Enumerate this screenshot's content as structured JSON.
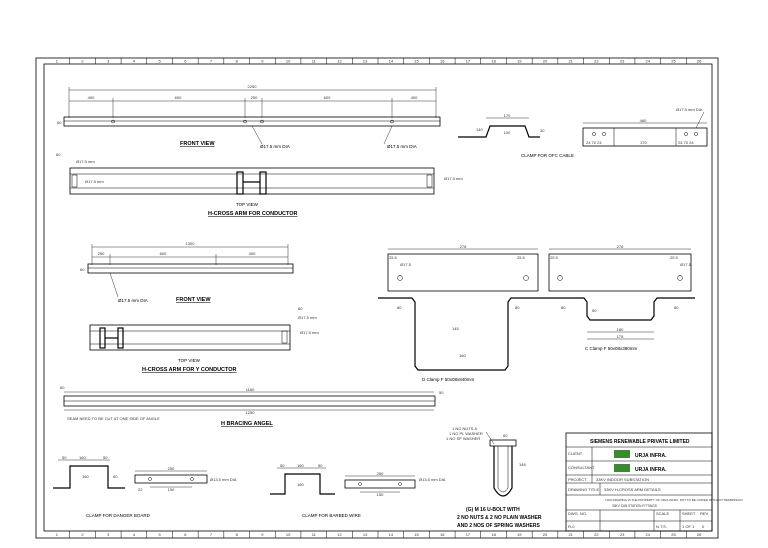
{
  "sheet": {
    "grid_numbers": [
      "1",
      "2",
      "3",
      "4",
      "5",
      "6",
      "7",
      "8",
      "9",
      "10",
      "11",
      "12",
      "13",
      "14",
      "15",
      "16",
      "17",
      "18",
      "19",
      "20",
      "21",
      "22",
      "23",
      "24",
      "25",
      "26"
    ]
  },
  "front_view": {
    "overall": "2250",
    "segments": [
      "400",
      "600",
      "250",
      "600",
      "400"
    ],
    "title": "FRONT VIEW",
    "hole_callout_1": "Ø17.5 mm DIA",
    "hole_callout_2": "Ø17.5 mm DIA",
    "side_dim": "60"
  },
  "top_view": {
    "side_dim": "60",
    "hole_1": "Ø17.5 mm",
    "hole_2": "Ø17.5 mm",
    "hole_3": "Ø17.5 mm",
    "title": "TOP VIEW",
    "subtitle": "H-CROSS ARM FOR CONDUCTOR"
  },
  "ofc_clamp": {
    "dim_width": "170",
    "dim_inner": "100",
    "dim_left": "140",
    "dim_right": "30",
    "plate_overall": "460",
    "plate_segments": [
      "24 70 24",
      "170",
      "24 70 24"
    ],
    "hole_callout": "Ø17.5 mm DIA",
    "title": "CLAMP FOR OFC CABLE"
  },
  "y_front": {
    "overall": "1300",
    "segments": [
      "250",
      "600",
      "400"
    ],
    "side_dim": "60",
    "hole_callout": "Ø17.5 mm DIA",
    "title": "FRONT VIEW"
  },
  "y_top": {
    "side_dim": "60",
    "hole_1": "Ø17.5 mm",
    "hole_2": "Ø17.5 mm",
    "title": "TOP VIEW",
    "subtitle": "H-CROSS ARM FOR Y CONDUCTOR"
  },
  "d_clamp": {
    "top_dim": "276",
    "left_small": "25.5",
    "right_small": "25.5",
    "hole": "Ø17.5",
    "flange_left": "80",
    "flange_right": "80",
    "height": "145",
    "bottom": "160",
    "title": "D Clamp F 50x08x840mm"
  },
  "c_clamp": {
    "top_dim": "276",
    "left_small": "25.5",
    "right_small": "25.5",
    "hole": "Ø17.5",
    "flange_left": "80",
    "flange_right": "80",
    "height": "50",
    "inner_1": "180",
    "inner_2": "175",
    "title": "C Clamp F 50x08x380mm"
  },
  "bracing": {
    "overall": "1160",
    "inner": "1250",
    "left_dim": "60",
    "right_dim": "50",
    "note": "SEAM NEED TO BE CUT AT ONE SIDE OF ANGLE",
    "title": "H BRACING ANGEL"
  },
  "danger_clamp": {
    "d1": "50",
    "d2": "160",
    "d3": "50",
    "d4": "160",
    "d5": "60",
    "p1": "250",
    "p2": "150",
    "p3": "22",
    "hole": "Ø13.5 mm DIA",
    "title": "CLAMP FOR DANGER BOARD"
  },
  "barbed_clamp": {
    "d1": "50",
    "d2": "160",
    "d3": "50",
    "d4": "160",
    "p1": "250",
    "p2": "150",
    "hole": "Ø13.5 mm DIA",
    "title": "CLAMP FOR BARBED WIRE"
  },
  "ubolt": {
    "note_1": "1 NO NUTS &",
    "note_2": "1 NO PL WASHER",
    "note_3": "1 NO SP WASHER",
    "dim_top": "60",
    "dim_side": "148",
    "title_1": "(G) M 16 U-BOLT WITH",
    "title_2": "2 NO NUTS & 2 NO PLAIN WASHER",
    "title_3": "AND 2 NOS OF SPRING WASHERS"
  },
  "title_block": {
    "company": "SIEMENS RENEWABLE PRIVATE LIMITED",
    "client_label": "CLIENT",
    "client": "URJA INFRA.",
    "consultant_label": "CONSULTANT",
    "consultant": "URJA INFRA.",
    "project_label": "PROJECT",
    "project": "33KV INDOOR SUBSTATION",
    "drawing_label": "DRAWING TITLE",
    "drawing": "33KV H-CROSS ARM DETAILS",
    "note": "THIS DRAWING IS THE PROPERTY OF URJA INFRA. NOT TO BE COPIED WITHOUT PERMISSION",
    "sub_note": "33KV SUB STATION FITTINGS",
    "dwg_no_label": "DWG. NO.",
    "dwg_no": "R-0",
    "scale_label": "SCALE",
    "scale": "N.T.S.",
    "sheet_label": "SHEET",
    "sheet": "1 OF 1",
    "rev_label": "REV",
    "rev": "0"
  },
  "colors": {
    "ink": "#000000",
    "logo_green": "#3c8a2f"
  }
}
